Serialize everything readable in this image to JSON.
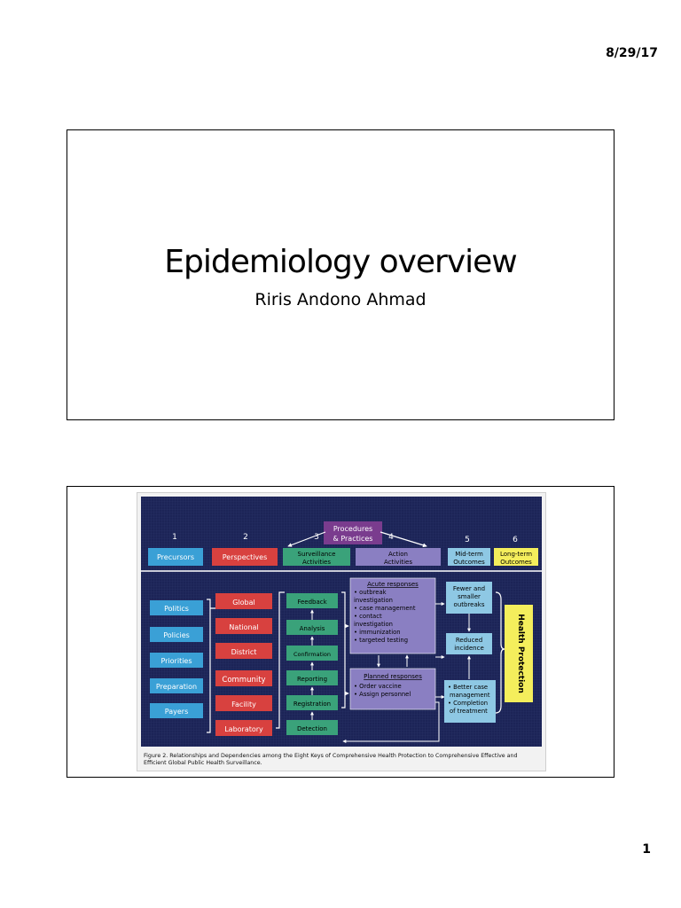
{
  "header": {
    "date": "8/29/17"
  },
  "footer": {
    "page_number": "1"
  },
  "slide1": {
    "title": "Epidemiology overview",
    "subtitle": "Riris Andono Ahmad"
  },
  "figure": {
    "columns": {
      "n1": "1",
      "n2": "2",
      "n3": "3",
      "n4": "4",
      "n5": "5",
      "n6": "6",
      "procedures_line1": "Procedures",
      "procedures_line2": "& Practices",
      "precursors": "Precursors",
      "perspectives": "Perspectives",
      "surveillance_line1": "Surveillance",
      "surveillance_line2": "Activities",
      "action_line1": "Action",
      "action_line2": "Activities",
      "midterm_line1": "Mid-term",
      "midterm_line2": "Outcomes",
      "longterm_line1": "Long-term",
      "longterm_line2": "Outcomes"
    },
    "precursors": [
      "Politics",
      "Policies",
      "Priorities",
      "Preparation",
      "Payers"
    ],
    "perspectives": [
      "Global",
      "National",
      "District",
      "Community",
      "Facility",
      "Laboratory"
    ],
    "surveillance": [
      "Feedback",
      "Analysis",
      "Confirmation",
      "Reporting",
      "Registration",
      "Detection"
    ],
    "acute": {
      "title": "Acute responses",
      "lines": [
        "• outbreak",
        "investigation",
        "• case management",
        "• contact",
        "investigation",
        "• immunization",
        "• targeted testing"
      ]
    },
    "planned": {
      "title": "Planned responses",
      "lines": [
        "• Order vaccine",
        "• Assign personnel"
      ]
    },
    "outcomes": {
      "fewer": [
        "Fewer and",
        "smaller",
        "outbreaks"
      ],
      "reduced": [
        "Reduced",
        "incidence"
      ],
      "better": [
        "• Better case",
        "management",
        "• Completion",
        "of treatment"
      ]
    },
    "health_protection": "Health Protection",
    "caption": "Figure 2. Relationships and Dependencies among the Eight Keys of Comprehensive Health Protection to Comprehensive Effective and Efficient Global Public Health Surveillance.",
    "colors": {
      "background": "#1c2457",
      "blue": "#3aa0d6",
      "red": "#d8413f",
      "green": "#3aa27a",
      "purple": "#8a7fc2",
      "procedures": "#7a3c8e",
      "yellow": "#f4ee5c",
      "light_blue": "#8ec8e4"
    }
  }
}
